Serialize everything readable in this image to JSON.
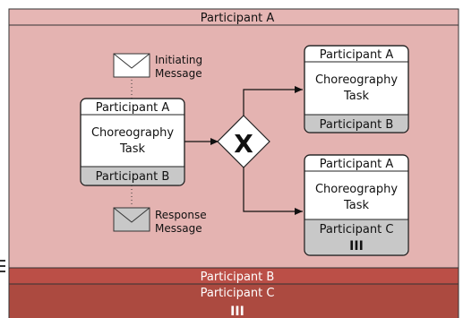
{
  "diagram": {
    "pool": {
      "top_band": "Participant A",
      "bottom_band_b": "Participant B",
      "bottom_band_c": "Participant C",
      "bottom_band_c_marker": "III",
      "colors": {
        "body": "#e4b3b1",
        "band_top": "#e6b6b4",
        "band_b": "#bb4f47",
        "band_c": "#ac4a40",
        "band_text_light": "#ffffff",
        "outline": "#333333"
      }
    },
    "messages": {
      "initiating_line1": "Initiating",
      "initiating_line2": "Message",
      "response_line1": "Response",
      "response_line2": "Message",
      "envelope_icon": "envelope-icon"
    },
    "tasks": {
      "main": {
        "top": "Participant A",
        "name_line1": "Choreography",
        "name_line2": "Task",
        "bottom": "Participant B"
      },
      "upper": {
        "top": "Participant A",
        "name_line1": "Choreography",
        "name_line2": "Task",
        "bottom": "Participant B"
      },
      "lower": {
        "top": "Participant A",
        "name_line1": "Choreography",
        "name_line2": "Task",
        "bottom": "Participant C",
        "marker": "III"
      },
      "colors": {
        "body": "#ffffff",
        "band_gray": "#c8c8c8"
      }
    },
    "gateway": {
      "symbol": "X",
      "type_icon": "exclusive-gateway-icon"
    }
  }
}
